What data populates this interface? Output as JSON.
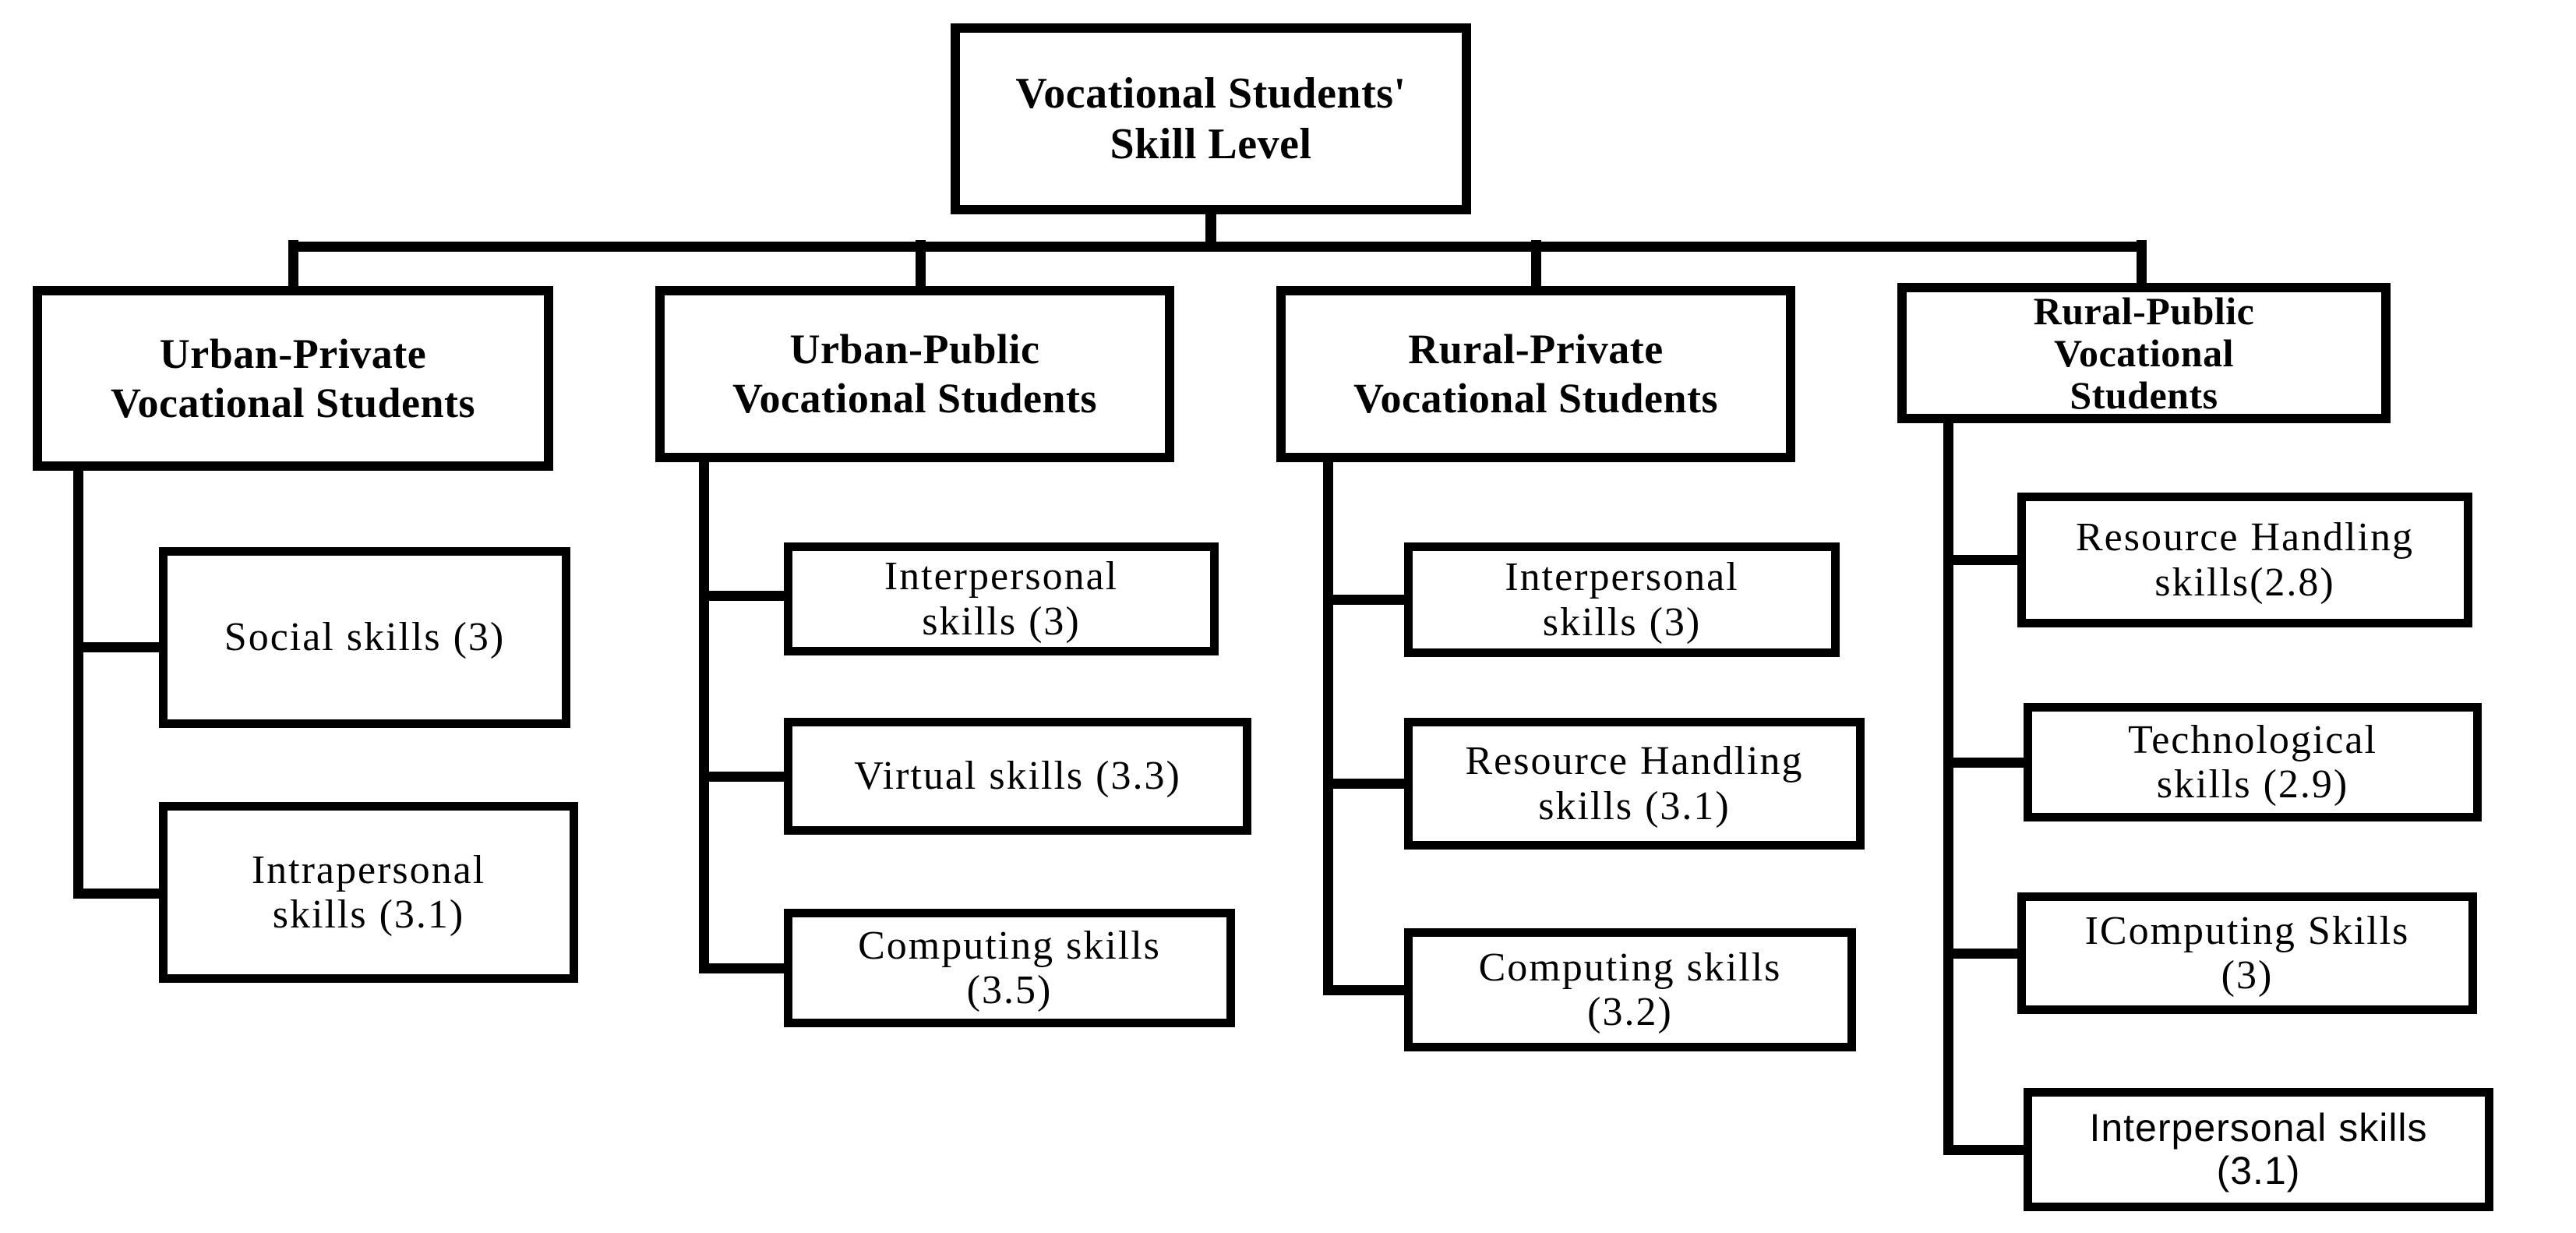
{
  "title": "Vocational Students' Skill Level",
  "colors": {
    "line": "#000000",
    "background": "#ffffff",
    "text": "#000000"
  },
  "root": {
    "label": "Vocational Students'\nSkill Level"
  },
  "branches": [
    {
      "label": "Urban-Private\nVocational Students",
      "children": [
        {
          "label": "Social skills (3)"
        },
        {
          "label": "Intrapersonal\nskills (3.1)"
        }
      ]
    },
    {
      "label": "Urban-Public\nVocational Students",
      "children": [
        {
          "label": "Interpersonal\nskills (3)"
        },
        {
          "label": "Virtual skills (3.3)"
        },
        {
          "label": "Computing skills\n(3.5)"
        }
      ]
    },
    {
      "label": "Rural-Private\nVocational Students",
      "children": [
        {
          "label": "Interpersonal\nskills (3)"
        },
        {
          "label": "Resource Handling\nskills (3.1)"
        },
        {
          "label": "Computing skills\n(3.2)"
        }
      ]
    },
    {
      "label": "Rural-Public\nVocational\nStudents",
      "children": [
        {
          "label": "Resource Handling\nskills(2.8)"
        },
        {
          "label": "Technological\nskills (2.9)"
        },
        {
          "label": "IComputing Skills\n(3)"
        },
        {
          "label": "Interpersonal skills\n(3.1)"
        }
      ]
    }
  ]
}
